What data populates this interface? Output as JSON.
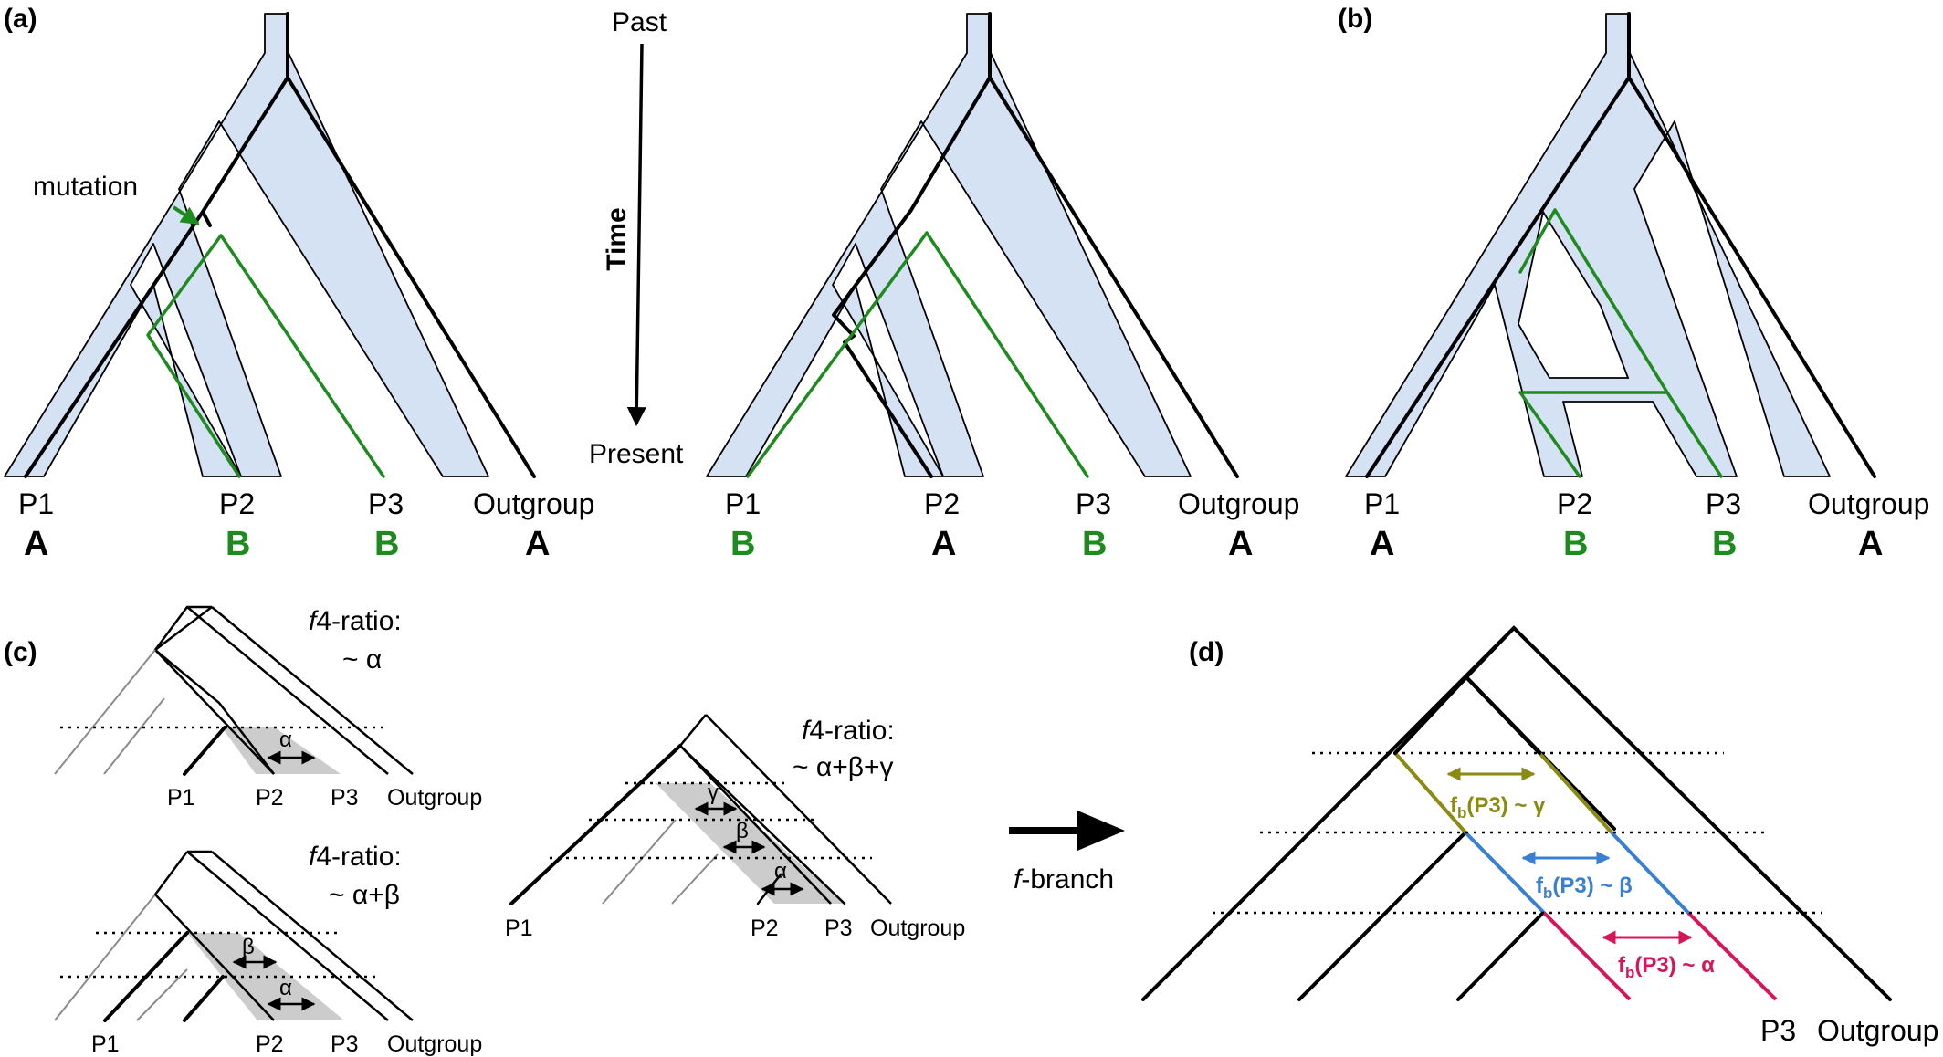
{
  "panels": {
    "a": "(a)",
    "b": "(b)",
    "c": "(c)",
    "d": "(d)"
  },
  "time_axis": {
    "past": "Past",
    "time": "Time",
    "present": "Present"
  },
  "mutation_label": "mutation",
  "taxa": {
    "p1": "P1",
    "p2": "P2",
    "p3": "P3",
    "outgroup": "Outgroup"
  },
  "alleles": {
    "tree1": [
      "A",
      "B",
      "B",
      "A"
    ],
    "tree2": [
      "B",
      "A",
      "B",
      "A"
    ],
    "tree3": [
      "A",
      "B",
      "B",
      "A"
    ]
  },
  "panel_c": {
    "ratio1_title": "f4-ratio:",
    "ratio1_value": "~ α",
    "ratio2_title": "f4-ratio:",
    "ratio2_value": "~ α+β",
    "ratio3_title": "f4-ratio:",
    "ratio3_value": "~ α+β+γ",
    "alpha": "α",
    "beta": "β",
    "gamma": "γ"
  },
  "fbranch_arrow_label": "f-branch",
  "panel_d": {
    "fb_gamma": "fb(P3) ~ γ",
    "fb_beta": "fb(P3) ~ β",
    "fb_alpha": "fb(P3) ~ α",
    "p3": "P3",
    "outgroup": "Outgroup"
  },
  "colors": {
    "tube_fill": "#d5e2f3",
    "green": "#1f8a1f",
    "olive": "#8b8a12",
    "blue": "#3b7fd0",
    "magenta": "#d5165a",
    "shade": "#cccccc"
  }
}
